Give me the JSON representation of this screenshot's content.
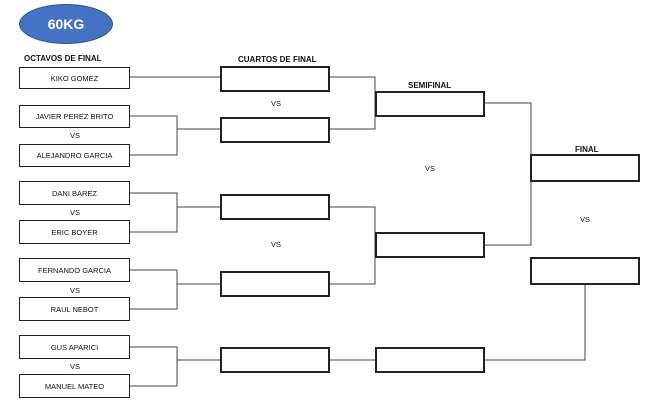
{
  "category": "60KG",
  "headers": {
    "octavos": "OCTAVOS DE FINAL",
    "cuartos": "CUARTOS DE FINAL",
    "semifinal": "SEMIFINAL",
    "final": "FINAL"
  },
  "fighters": [
    "KIKO GOMEZ",
    "JAVIER PEREZ BRITO",
    "ALEJANDRO GARCIA",
    "DANI BAREZ",
    "ERIC BOYER",
    "FERNANDO GARCIA",
    "RAUL NEBOT",
    "GUS APARICI",
    "MANUEL MATEO"
  ],
  "vs_label": "VS"
}
